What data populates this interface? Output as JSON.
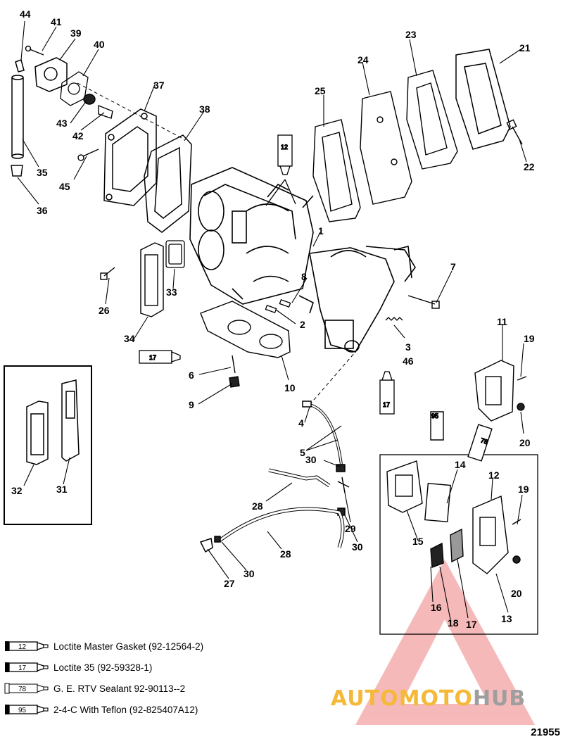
{
  "callouts": [
    "44",
    "41",
    "39",
    "40",
    "43",
    "42",
    "45",
    "35",
    "36",
    "37",
    "38",
    "12",
    "1",
    "25",
    "24",
    "23",
    "21",
    "22",
    "8",
    "26",
    "33",
    "34",
    "2",
    "7",
    "3",
    "46",
    "17",
    "6",
    "9",
    "10",
    "17",
    "11",
    "19",
    "20",
    "4",
    "5",
    "30",
    "95",
    "78",
    "14",
    "15",
    "12",
    "19",
    "20",
    "13",
    "16",
    "18",
    "17",
    "28",
    "29",
    "30",
    "28",
    "27",
    "30",
    "32",
    "31"
  ],
  "legend": [
    {
      "code": "12",
      "text": "Loctite Master Gasket (92-12564-2)"
    },
    {
      "code": "17",
      "text": "Loctite 35 (92-59328-1)"
    },
    {
      "code": "78",
      "text": "G. E. RTV Sealant  92-90113--2"
    },
    {
      "code": "95",
      "text": "2-4-C  With Teflon (92-825407A12)"
    }
  ],
  "watermark": {
    "part1": "AUTOMOTO",
    "part2": "HUB"
  },
  "drawing_number": "21955",
  "colors": {
    "ink": "#000000",
    "watermark_orange": "#f5b93a",
    "watermark_red": "#f08080",
    "watermark_gray": "#9e9e9e"
  }
}
